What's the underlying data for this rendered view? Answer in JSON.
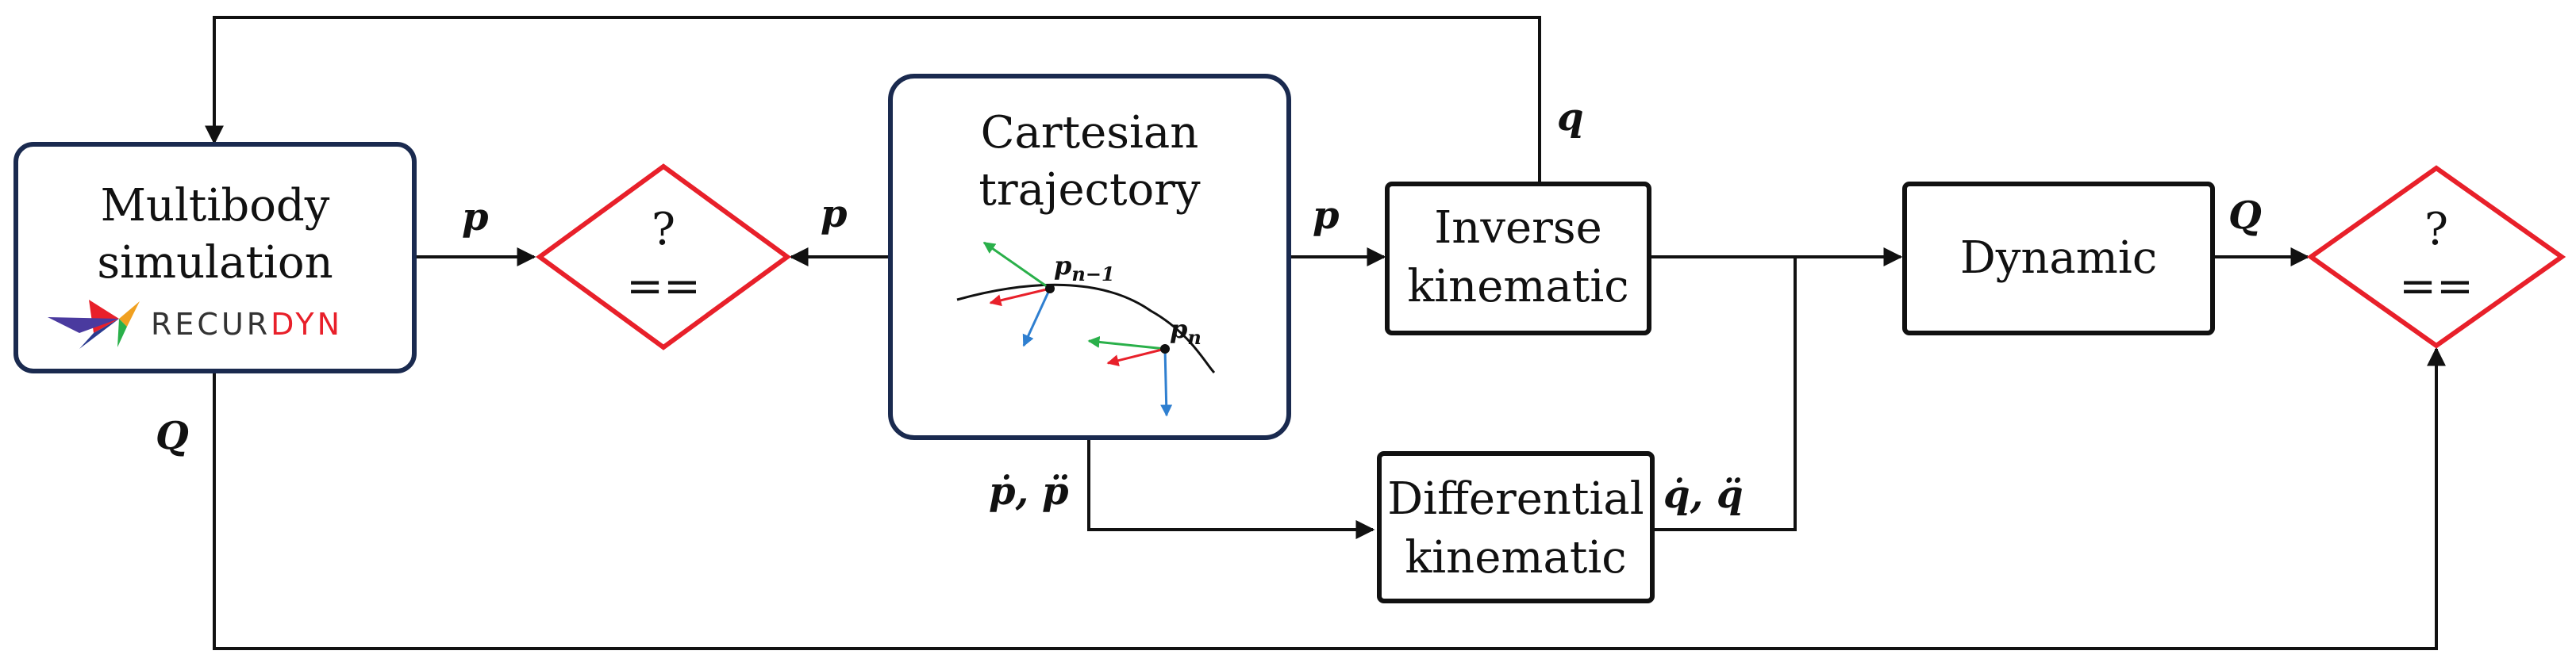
{
  "blocks": {
    "multibody": {
      "line1": "Multibody",
      "line2": "simulation"
    },
    "logo": {
      "part1": "RECUR",
      "part2": "DYN"
    },
    "cartesian": {
      "line1": "Cartesian",
      "line2": "trajectory"
    },
    "inverse": {
      "line1": "Inverse",
      "line2": "kinematic"
    },
    "dynamic": {
      "line1": "Dynamic"
    },
    "differential": {
      "line1": "Differential",
      "line2": "kinematic"
    }
  },
  "comparators": {
    "left": {
      "line1": "?",
      "line2": "=="
    },
    "right": {
      "line1": "?",
      "line2": "=="
    }
  },
  "signals": {
    "p_to_left_comp": "p",
    "p_from_cart_left": "p",
    "p_to_inverse": "p",
    "q_feedback": "q",
    "Q_from_dynamic": "Q",
    "Q_from_multibody": "Q",
    "pdot_pddot": "ṗ, p̈",
    "qdot_qddot": "q̇, q̈"
  },
  "trajectory_points": {
    "p_prev": {
      "base": "p",
      "sub": "n−1"
    },
    "p_curr": {
      "base": "p",
      "sub": "n"
    }
  },
  "colors": {
    "box_border_blue": "#1a2a4f",
    "comparator_red": "#e8202a",
    "logo_dark": "#333333",
    "logo_red": "#e8202a",
    "axis_green": "#2ab04a",
    "axis_red": "#e8202a",
    "axis_blue": "#2f7fd0"
  }
}
